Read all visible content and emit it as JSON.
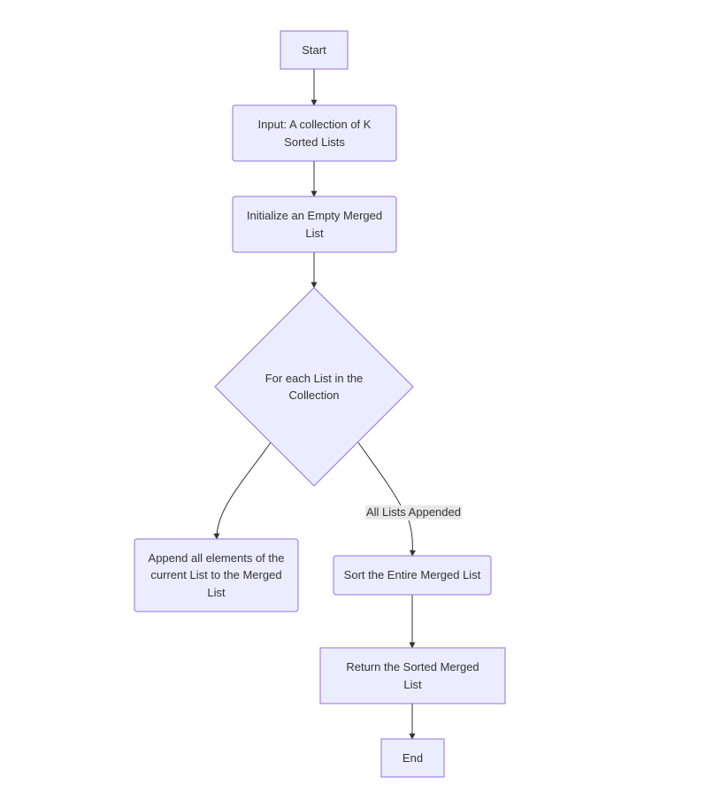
{
  "colors": {
    "node_fill": "#ECECFF",
    "node_stroke": "#9370DB",
    "edge_stroke": "#333333",
    "text": "#333333",
    "edge_label_bg": "#e8e8e8"
  },
  "nodes": {
    "start": "Start",
    "input": "Input: A collection of K Sorted Lists",
    "init": "Initialize an Empty Merged List",
    "loop": "For each List in the Collection",
    "append": "Append all elements of the current List to the Merged List",
    "sort": "Sort the Entire Merged List",
    "return": "Return the Sorted Merged List",
    "end": "End"
  },
  "edge_labels": {
    "loop_to_sort": "All Lists Appended"
  }
}
